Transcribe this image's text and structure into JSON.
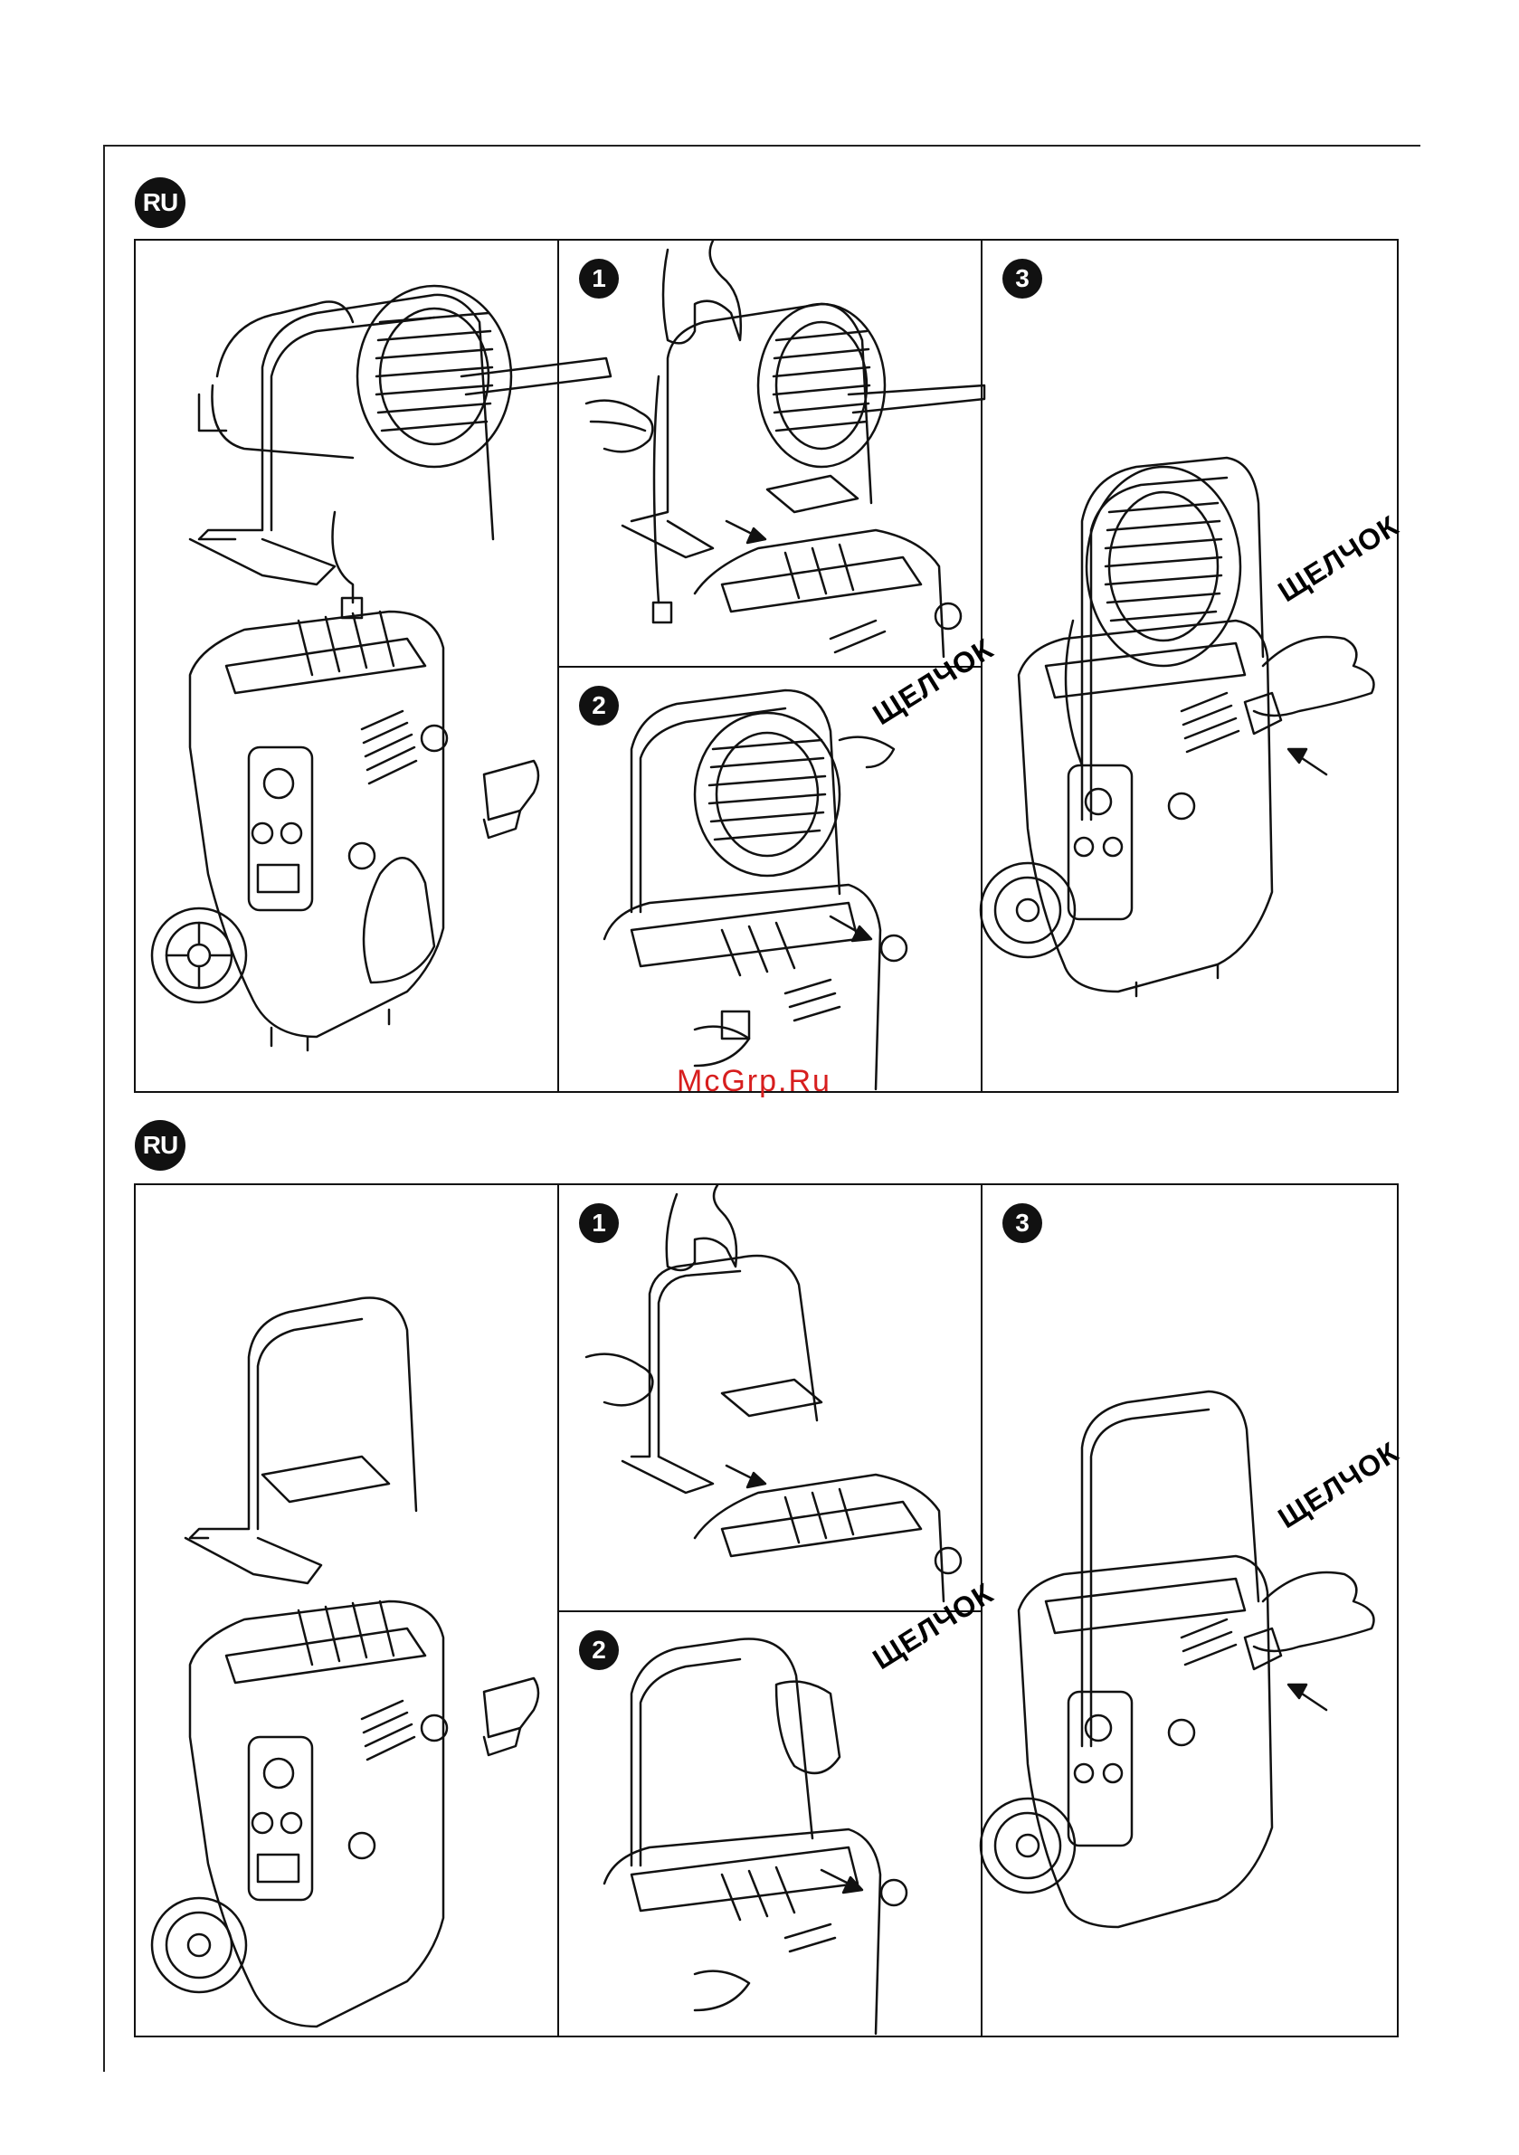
{
  "language_badge": "RU",
  "watermark": "McGrp.Ru",
  "sections": [
    {
      "badge": "RU",
      "steps": [
        "1",
        "2",
        "3"
      ],
      "click_label": "ЩЕЛЧОК"
    },
    {
      "badge": "RU",
      "steps": [
        "1",
        "2",
        "3"
      ],
      "click_label": "ЩЕЛЧОК"
    }
  ],
  "icons": [
    "hose-reel-icon",
    "pressure-washer-icon",
    "hand-icon",
    "arrow-icon",
    "clip-icon",
    "handle-frame-icon"
  ]
}
